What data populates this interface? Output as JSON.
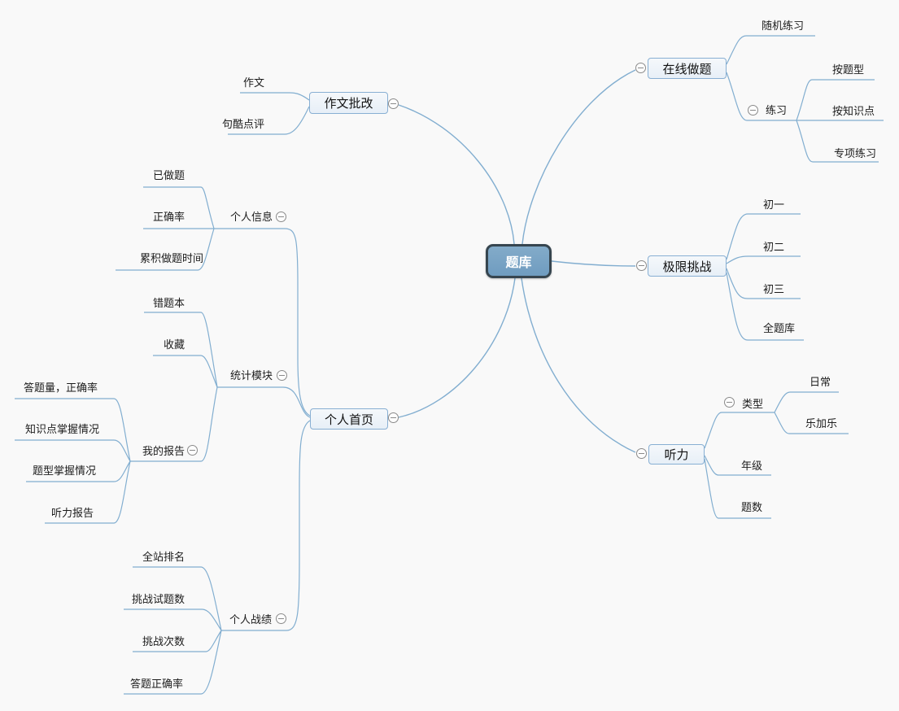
{
  "colors": {
    "canvas_bg": "#f9f9f9",
    "edge": "#82aed0",
    "topic_fill": "#edf3f9",
    "topic_border": "#88afd3",
    "root_fill": "#7ea9c8",
    "root_border": "#36454f",
    "root_text": "#ffffff"
  },
  "icons": {
    "collapse": "minus-circle"
  },
  "mindmap": {
    "root": {
      "label": "题库"
    },
    "branches": [
      {
        "label": "在线做题",
        "children": [
          {
            "label": "随机练习"
          },
          {
            "label": "练习",
            "children": [
              {
                "label": "按题型"
              },
              {
                "label": "按知识点"
              },
              {
                "label": "专项练习"
              }
            ]
          }
        ]
      },
      {
        "label": "极限挑战",
        "children": [
          {
            "label": "初一"
          },
          {
            "label": "初二"
          },
          {
            "label": "初三"
          },
          {
            "label": "全题库"
          }
        ]
      },
      {
        "label": "听力",
        "children": [
          {
            "label": "类型",
            "children": [
              {
                "label": "日常"
              },
              {
                "label": "乐加乐"
              }
            ]
          },
          {
            "label": "年级"
          },
          {
            "label": "题数"
          }
        ]
      },
      {
        "label": "作文批改",
        "children": [
          {
            "label": "作文"
          },
          {
            "label": "句酷点评"
          }
        ]
      },
      {
        "label": "个人首页",
        "children": [
          {
            "label": "个人信息",
            "children": [
              {
                "label": "已做题"
              },
              {
                "label": "正确率"
              },
              {
                "label": "累积做题时间"
              }
            ]
          },
          {
            "label": "统计模块",
            "children": [
              {
                "label": "错题本"
              },
              {
                "label": "收藏"
              },
              {
                "label": "我的报告",
                "children": [
                  {
                    "label": "答题量，正确率"
                  },
                  {
                    "label": "知识点掌握情况"
                  },
                  {
                    "label": "题型掌握情况"
                  },
                  {
                    "label": "听力报告"
                  }
                ]
              }
            ]
          },
          {
            "label": "个人战绩",
            "children": [
              {
                "label": "全站排名"
              },
              {
                "label": "挑战试题数"
              },
              {
                "label": "挑战次数"
              },
              {
                "label": "答题正确率"
              }
            ]
          }
        ]
      }
    ]
  }
}
